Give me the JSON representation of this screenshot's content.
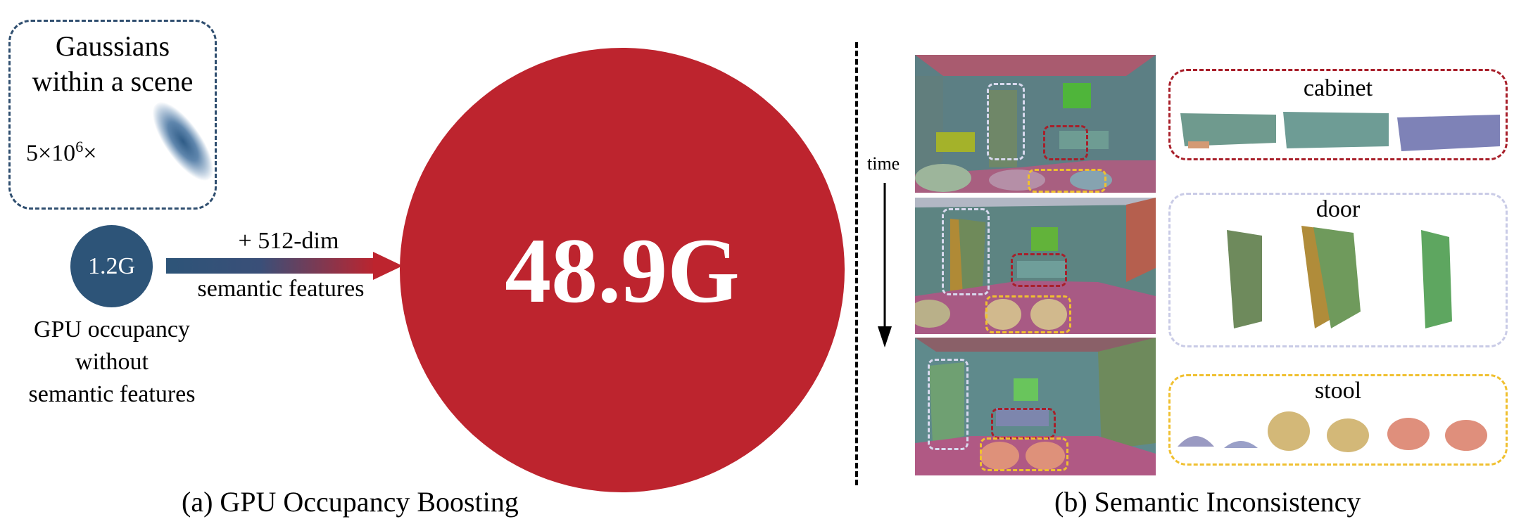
{
  "panel_a": {
    "gaussians_title_line1": "Gaussians",
    "gaussians_title_line2": "within a scene",
    "count_base": "5×10",
    "count_exp": "6",
    "count_suffix": "×",
    "small_value": "1.2G",
    "arrow_top_label": "+  512-dim",
    "arrow_bottom_label": "semantic features",
    "gpu_label_line1": "GPU occupancy",
    "gpu_label_line2": "without",
    "gpu_label_line3": "semantic features",
    "big_value": "48.9G",
    "caption": "(a) GPU Occupancy Boosting"
  },
  "panel_b": {
    "time_label": "time",
    "categories": [
      {
        "label": "cabinet",
        "color": "#a81f2a"
      },
      {
        "label": "door",
        "color": "#c9cbe6"
      },
      {
        "label": "stool",
        "color": "#f0c030"
      }
    ],
    "caption": "(b) Semantic Inconsistency"
  },
  "colors": {
    "small_circle": "#2d5478",
    "big_circle": "#bd242e",
    "arrow_start": "#2d5478",
    "arrow_end": "#bd242e"
  }
}
